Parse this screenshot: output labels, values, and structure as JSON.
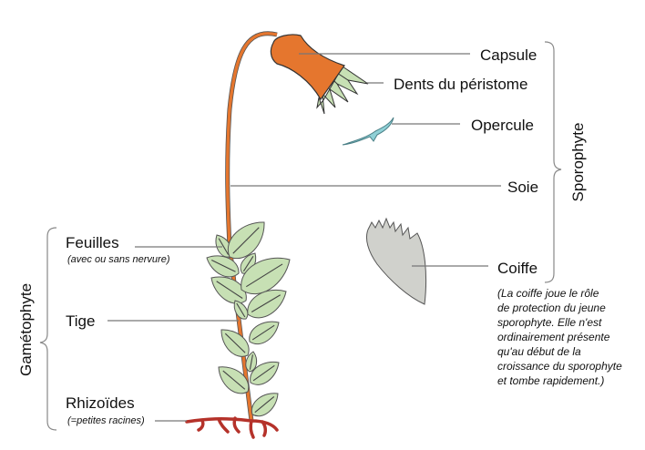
{
  "labels": {
    "capsule": "Capsule",
    "dents": "Dents du péristome",
    "opercule": "Opercule",
    "soie": "Soie",
    "coiffe": "Coiffe",
    "feuilles": "Feuilles",
    "feuilles_note": "(avec ou sans nervure)",
    "tige": "Tige",
    "rhizoides": "Rhizoïdes",
    "rhizoides_note": "(=petites racines)"
  },
  "groups": {
    "sporophyte": "Sporophyte",
    "gametophyte": "Gamétophyte"
  },
  "coiffe_note": [
    "(La coiffe joue le rôle",
    "de protection du jeune",
    "sporophyte. Elle n'est",
    "ordinairement présente",
    "qu'au début de la",
    "croissance du sporophyte",
    "et tombe rapidement.)"
  ],
  "colors": {
    "capsule": "#e5762e",
    "seta": "#e5762e",
    "leaf": "#c7e0b4",
    "peristome": "#c7e0b4",
    "operculum": "#8fd0d6",
    "calyptra": "#d0d1cc",
    "rhizoids": "#b5322a"
  }
}
